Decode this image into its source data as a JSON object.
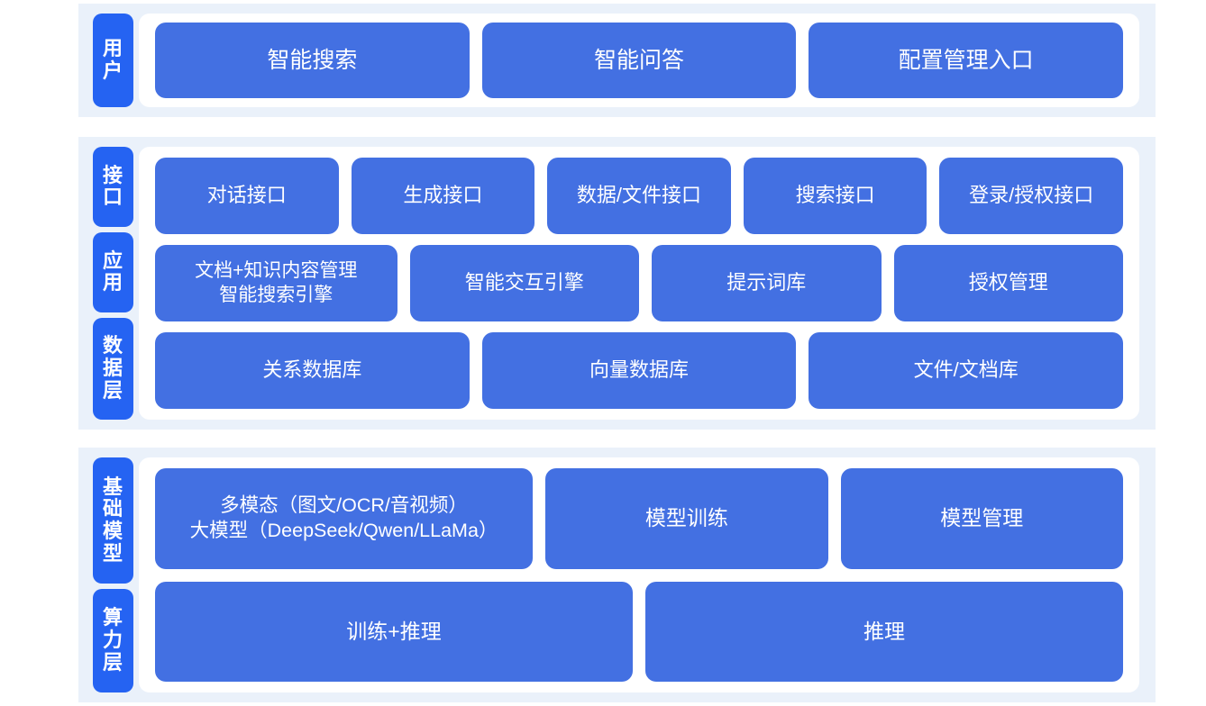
{
  "meta": {
    "accent_tab_color": "#2563f2",
    "box_color": "#4370e2",
    "band_color": "#eaf1fa",
    "card_color": "#ffffff",
    "text_color": "#ffffff"
  },
  "sections": [
    {
      "id": "user",
      "tabs": [
        {
          "name": "user",
          "chars": [
            "用",
            "户"
          ]
        }
      ],
      "rows": [
        {
          "id": "user-entries",
          "boxes": [
            {
              "name": "intelligent-search",
              "label": "智能搜索"
            },
            {
              "name": "intelligent-qa",
              "label": "智能问答"
            },
            {
              "name": "config-management-entry",
              "label": "配置管理入口"
            }
          ]
        }
      ]
    },
    {
      "id": "middle",
      "tabs": [
        {
          "name": "interface",
          "chars": [
            "接",
            "口"
          ]
        },
        {
          "name": "application",
          "chars": [
            "应",
            "用"
          ]
        },
        {
          "name": "data-layer",
          "chars": [
            "数",
            "据",
            "层"
          ]
        }
      ],
      "rows": [
        {
          "id": "api",
          "boxes": [
            {
              "name": "dialog-api",
              "label": "对话接口"
            },
            {
              "name": "generation-api",
              "label": "生成接口"
            },
            {
              "name": "data-file-api",
              "label": "数据/文件接口"
            },
            {
              "name": "search-api",
              "label": "搜索接口"
            },
            {
              "name": "login-auth-api",
              "label": "登录/授权接口"
            }
          ]
        },
        {
          "id": "app",
          "boxes": [
            {
              "name": "doc-knowledge-content-management",
              "label": "文档+知识内容管理\n智能搜索引擎"
            },
            {
              "name": "intelligent-interaction-engine",
              "label": "智能交互引擎"
            },
            {
              "name": "prompt-library",
              "label": "提示词库"
            },
            {
              "name": "authorization-management",
              "label": "授权管理"
            }
          ]
        },
        {
          "id": "data",
          "boxes": [
            {
              "name": "relational-database",
              "label": "关系数据库"
            },
            {
              "name": "vector-database",
              "label": "向量数据库"
            },
            {
              "name": "file-document-store",
              "label": "文件/文档库"
            }
          ]
        }
      ]
    },
    {
      "id": "base",
      "tabs": [
        {
          "name": "foundation-model",
          "chars": [
            "基",
            "础",
            "模",
            "型"
          ]
        },
        {
          "name": "compute-layer",
          "chars": [
            "算",
            "力",
            "层"
          ]
        }
      ],
      "rows": [
        {
          "id": "model",
          "boxes": [
            {
              "name": "multimodal-large-model",
              "label": "多模态（图文/OCR/音视频）\n大模型（DeepSeek/Qwen/LLaMa）"
            },
            {
              "name": "model-training",
              "label": "模型训练"
            },
            {
              "name": "model-management",
              "label": "模型管理"
            }
          ]
        },
        {
          "id": "compute",
          "boxes": [
            {
              "name": "training-and-inference",
              "label": "训练+推理"
            },
            {
              "name": "inference",
              "label": "推理"
            }
          ]
        }
      ]
    }
  ]
}
